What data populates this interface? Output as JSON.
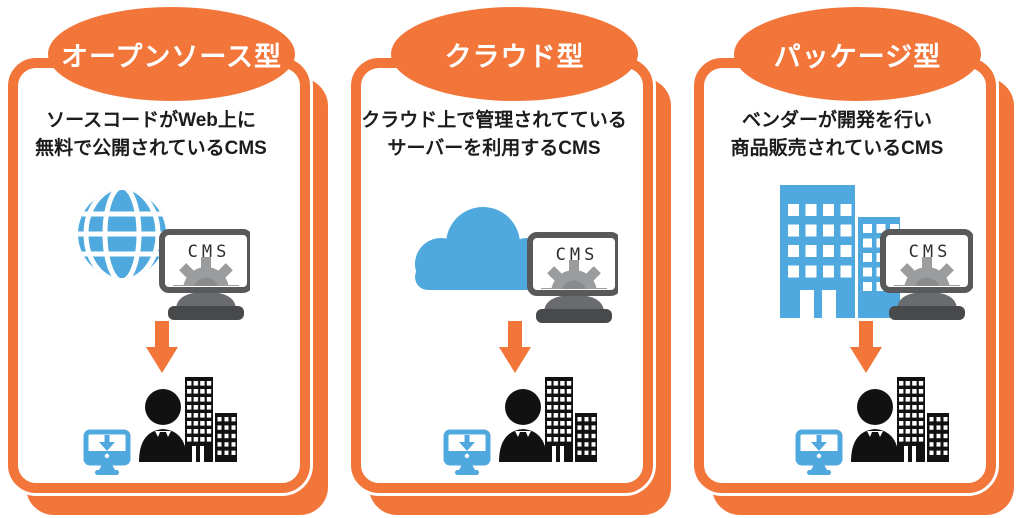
{
  "colors": {
    "accent_orange": "#F2753A",
    "icon_blue": "#4FA9DE",
    "monitor_bezel_gray": "#58595B",
    "gear_gray": "#9B9C9E",
    "icon_black": "#111111"
  },
  "cards": [
    {
      "badge": "オープンソース型",
      "description_line1": "ソースコードがWeb上に",
      "description_line2": "無料で公開されているCMS",
      "top_icon": "globe",
      "monitor_label": "CMS"
    },
    {
      "badge": "クラウド型",
      "description_line1": "クラウド上で管理されてている",
      "description_line2": "サーバーを利用するCMS",
      "top_icon": "cloud",
      "monitor_label": "CMS"
    },
    {
      "badge": "パッケージ型",
      "description_line1": "ベンダーが開発を行い",
      "description_line2": "商品販売されているCMS",
      "top_icon": "office-buildings",
      "monitor_label": "CMS"
    }
  ]
}
